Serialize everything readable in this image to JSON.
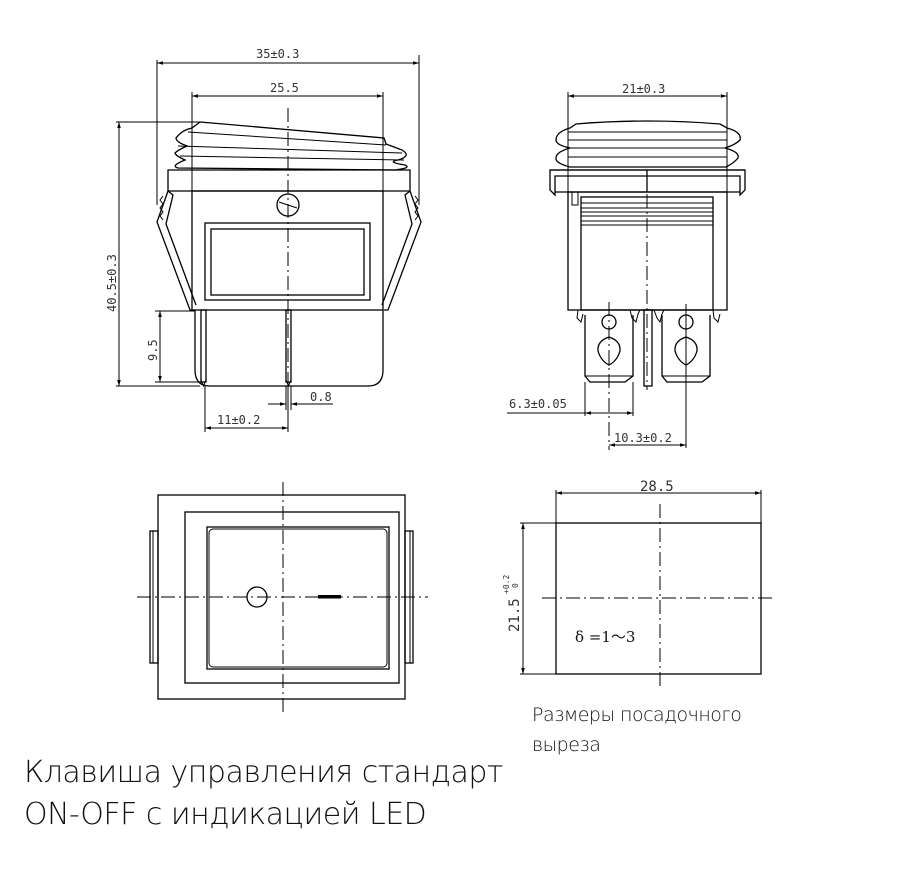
{
  "drawing": {
    "front_view": {
      "overall_width": "35±0.3",
      "cap_width": "25.5",
      "overall_height": "40.5±0.3",
      "terminal_length": "9.5",
      "terminal_thickness": "0.8",
      "terminal_pitch": "11±0.2"
    },
    "side_view": {
      "width": "21±0.3",
      "tab_width": "6.3±0.05",
      "tab_pitch": "10.3±0.2"
    },
    "top_view": {},
    "panel_cutout": {
      "width": "28.5",
      "height": "21.5",
      "height_tol_upper": "+0.2",
      "height_tol_lower": "0",
      "thickness_note": "δ =1～3",
      "caption_line1": "Размеры посадочного",
      "caption_line2": "выреза"
    }
  },
  "title": {
    "line1": "Клавиша управления стандарт",
    "line2": "ON-OFF с индикацией LED"
  }
}
